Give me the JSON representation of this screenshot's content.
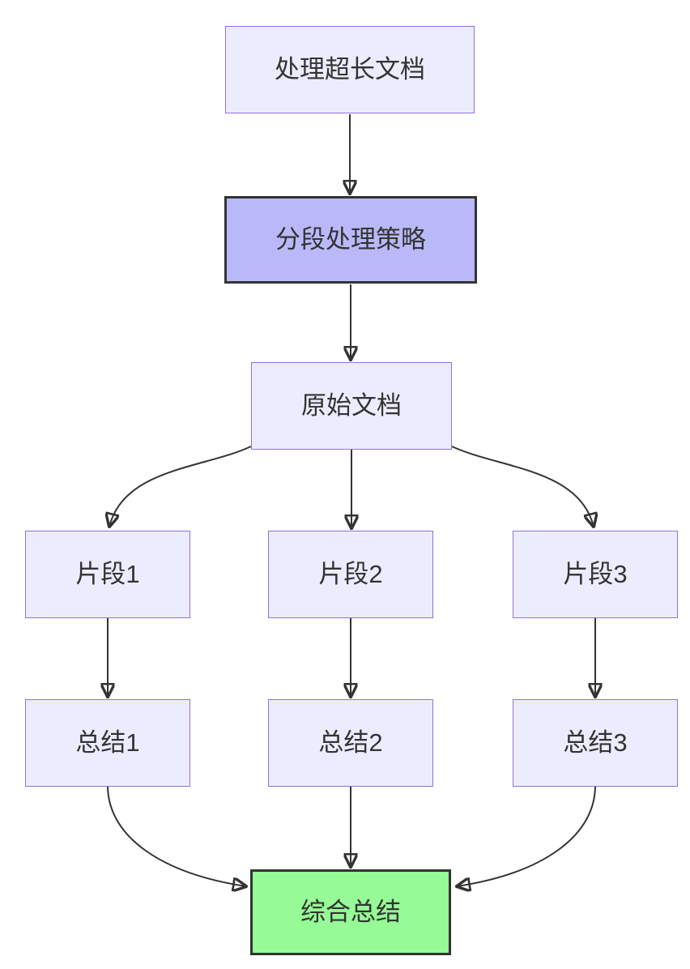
{
  "diagram": {
    "type": "flowchart",
    "direction": "top-down",
    "colors": {
      "node_fill": "#ECECFF",
      "node_border": "#9370DB",
      "emphasis_fill": "#B9B9F9",
      "emphasis_border": "#333333",
      "result_fill": "#96FA96",
      "result_border": "#333333",
      "edge": "#333333",
      "text": "#333333"
    },
    "nodes": [
      {
        "id": "doc",
        "label": "处理超长文档",
        "kind": "default"
      },
      {
        "id": "strategy",
        "label": "分段处理策略",
        "kind": "emphasis"
      },
      {
        "id": "original",
        "label": "原始文档",
        "kind": "default"
      },
      {
        "id": "frag1",
        "label": "片段1",
        "kind": "default"
      },
      {
        "id": "frag2",
        "label": "片段2",
        "kind": "default"
      },
      {
        "id": "frag3",
        "label": "片段3",
        "kind": "default"
      },
      {
        "id": "sum1",
        "label": "总结1",
        "kind": "default"
      },
      {
        "id": "sum2",
        "label": "总结2",
        "kind": "default"
      },
      {
        "id": "sum3",
        "label": "总结3",
        "kind": "default"
      },
      {
        "id": "final",
        "label": "综合总结",
        "kind": "result"
      }
    ],
    "edges": [
      {
        "from": "doc",
        "to": "strategy"
      },
      {
        "from": "strategy",
        "to": "original"
      },
      {
        "from": "original",
        "to": "frag1"
      },
      {
        "from": "original",
        "to": "frag2"
      },
      {
        "from": "original",
        "to": "frag3"
      },
      {
        "from": "frag1",
        "to": "sum1"
      },
      {
        "from": "frag2",
        "to": "sum2"
      },
      {
        "from": "frag3",
        "to": "sum3"
      },
      {
        "from": "sum1",
        "to": "final"
      },
      {
        "from": "sum2",
        "to": "final"
      },
      {
        "from": "sum3",
        "to": "final"
      }
    ]
  }
}
